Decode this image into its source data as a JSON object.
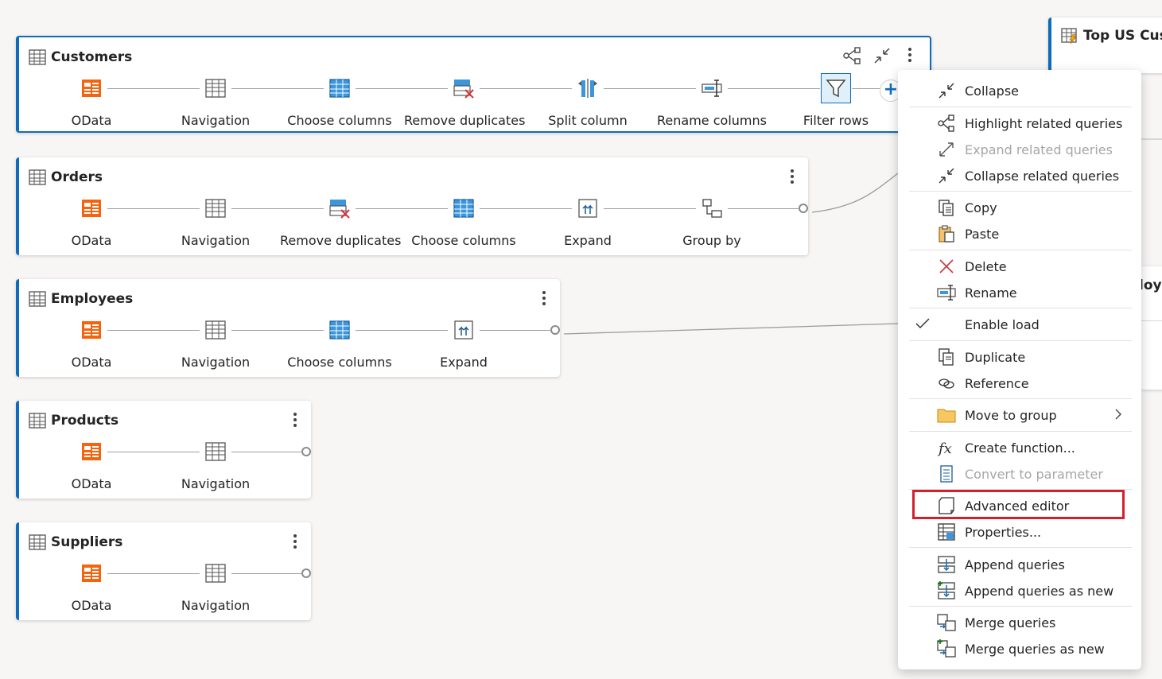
{
  "queries": [
    {
      "title": "Customers",
      "steps": [
        "OData",
        "Navigation",
        "Choose columns",
        "Remove duplicates",
        "Split column",
        "Rename columns",
        "Filter rows"
      ]
    },
    {
      "title": "Orders",
      "steps": [
        "OData",
        "Navigation",
        "Remove duplicates",
        "Choose columns",
        "Expand",
        "Group by"
      ]
    },
    {
      "title": "Employees",
      "steps": [
        "OData",
        "Navigation",
        "Choose columns",
        "Expand"
      ]
    },
    {
      "title": "Products",
      "steps": [
        "OData",
        "Navigation"
      ]
    },
    {
      "title": "Suppliers",
      "steps": [
        "OData",
        "Navigation"
      ]
    }
  ],
  "right_cards": {
    "top_title": "Top US Cust",
    "partial_text": "loy"
  },
  "plus_symbol": "+",
  "context_menu": [
    {
      "label": "Collapse",
      "icon": "collapse-icon"
    },
    {
      "label": "Highlight related queries",
      "icon": "share-icon"
    },
    {
      "label": "Expand related queries",
      "icon": "expand-icon",
      "disabled": true
    },
    {
      "label": "Collapse related queries",
      "icon": "collapse-icon"
    },
    {
      "label": "Copy",
      "icon": "copy-icon"
    },
    {
      "label": "Paste",
      "icon": "paste-icon"
    },
    {
      "label": "Delete",
      "icon": "delete-icon"
    },
    {
      "label": "Rename",
      "icon": "rename-icon"
    },
    {
      "label": "Enable load",
      "icon": "checkmark-icon",
      "checked": true
    },
    {
      "label": "Duplicate",
      "icon": "duplicate-icon"
    },
    {
      "label": "Reference",
      "icon": "reference-icon"
    },
    {
      "label": "Move to group",
      "icon": "folder-icon",
      "submenu": true
    },
    {
      "label": "Create function...",
      "icon": "function-icon"
    },
    {
      "label": "Convert to parameter",
      "icon": "parameter-icon",
      "disabled": true
    },
    {
      "label": "Advanced editor",
      "icon": "advanced-editor-icon",
      "highlighted": true
    },
    {
      "label": "Properties...",
      "icon": "properties-icon"
    },
    {
      "label": "Append queries",
      "icon": "append-icon"
    },
    {
      "label": "Append queries as new",
      "icon": "append-new-icon"
    },
    {
      "label": "Merge queries",
      "icon": "merge-icon"
    },
    {
      "label": "Merge queries as new",
      "icon": "merge-new-icon"
    }
  ],
  "colors": {
    "accent": "#0f6cbd",
    "odata_orange": "#f7630c",
    "highlight_red": "#d3202f",
    "table_blue": "#3a96dd"
  }
}
